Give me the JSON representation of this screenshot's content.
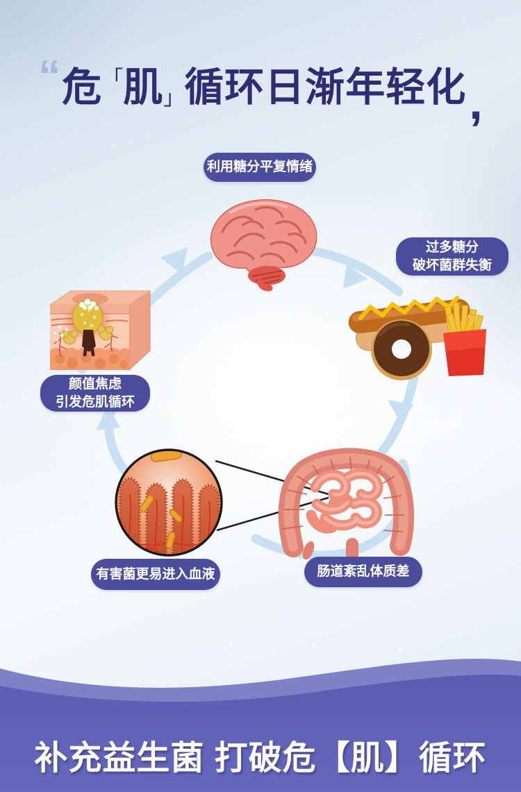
{
  "title": {
    "open_quote": "“",
    "part_wei": "危",
    "bracket_open": "「",
    "part_ji": "肌",
    "bracket_close": "」",
    "part_rest": "循环日渐年轻化",
    "close_quote": ","
  },
  "cycle": {
    "brain": {
      "label": "利用糖分平复情绪",
      "image": "brain"
    },
    "sugar": {
      "line1": "过多糖分",
      "line2": "破坏菌群失衡",
      "image": "junk-food"
    },
    "gut": {
      "label": "肠道紊乱体质差",
      "image": "intestine"
    },
    "blood": {
      "label": "有害菌更易进入血液",
      "image": "villi-magnifier"
    },
    "skin": {
      "line1": "颜值焦虑",
      "line2": "引发危肌循环",
      "image": "skin-cross-section"
    }
  },
  "footer": {
    "text": "补充益生菌 打破危【肌】循环"
  },
  "colors": {
    "title_text": "#2d2d72",
    "open_quote": "#a9b7dc",
    "pill_bg": "#4a4d9c",
    "pill_text": "#ffffff",
    "arrow": "#c8e0f2",
    "wave_light": "#7e81c6",
    "wave_main_top": "#5a5db1",
    "wave_main_bottom": "#6568bd",
    "footer_text": "#ffffff"
  }
}
